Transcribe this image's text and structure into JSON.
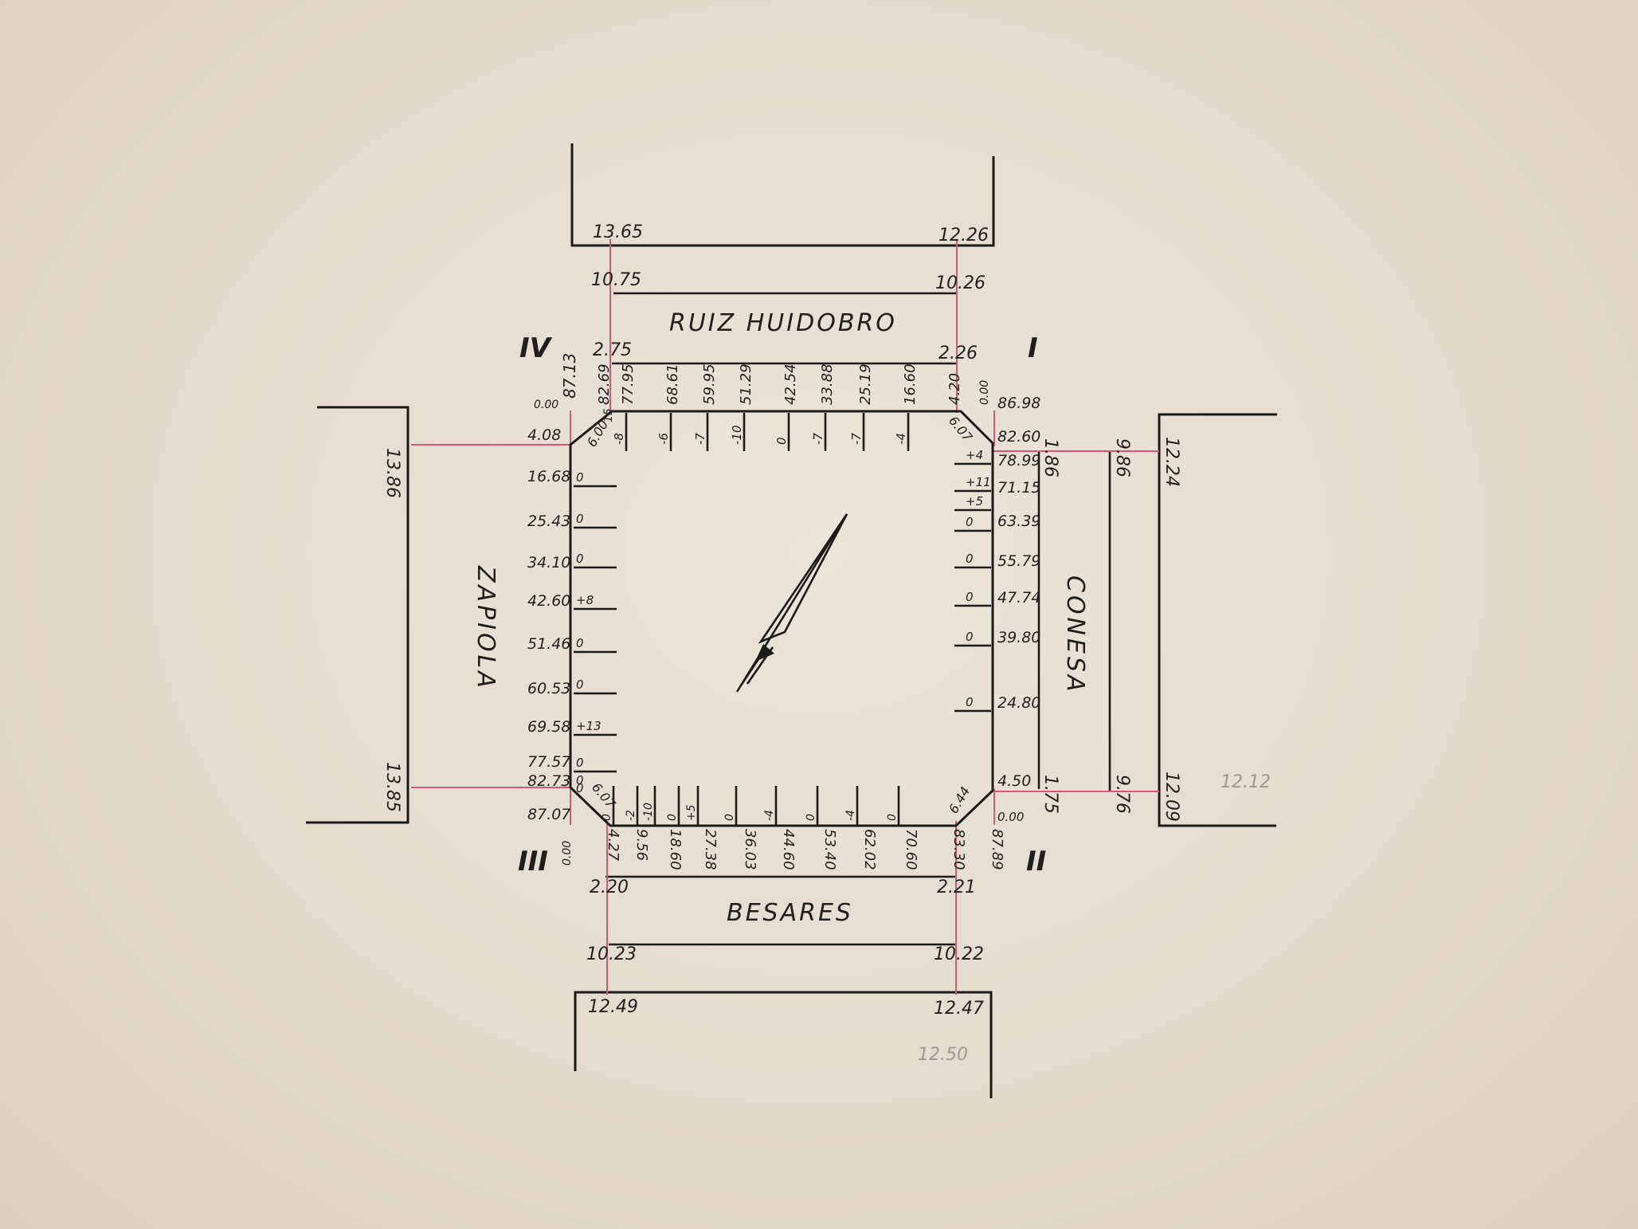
{
  "plan": {
    "streets": {
      "north": "RUIZ HUIDOBRO",
      "south": "BESARES",
      "west": "ZAPIOLA",
      "east": "CONESA"
    },
    "quadrants": {
      "I": "I",
      "II": "II",
      "III": "III",
      "IV": "IV"
    },
    "north_street": {
      "outer_left": "13.65",
      "outer_right": "12.26",
      "mid_left": "10.75",
      "mid_right": "10.26",
      "inner_left": "2.75",
      "inner_right": "2.26"
    },
    "south_street": {
      "inner_left": "2.20",
      "inner_right": "2.21",
      "mid_left": "10.23",
      "mid_right": "10.22",
      "outer_left": "12.49",
      "outer_right": "12.47"
    },
    "west_street": {
      "top": "13.86",
      "bottom": "13.85"
    },
    "east_street": {
      "curb_top": "1.86",
      "curb_bottom": "1.75",
      "mid_top": "9.86",
      "mid_bottom": "9.76",
      "outer_top": "12.24",
      "outer_bottom": "12.09"
    },
    "top_stations": [
      "82.69",
      "77.95",
      "68.61",
      "59.95",
      "51.29",
      "42.54",
      "33.88",
      "25.19",
      "16.60",
      "4.20"
    ],
    "top_marks": [
      "-8",
      "-6",
      "-7",
      "-10",
      "0",
      "-7",
      "-7",
      "-4"
    ],
    "top_left_extra": [
      "0.00",
      "87.13",
      "6.00",
      "15"
    ],
    "top_right_extra": [
      "0.00",
      "6.07"
    ],
    "left_stations": [
      "4.08",
      "16.68",
      "25.43",
      "34.10",
      "42.60",
      "51.46",
      "60.53",
      "69.58",
      "77.57",
      "82.73",
      "87.07"
    ],
    "left_marks": [
      "0",
      "0",
      "0",
      "+8",
      "0",
      "0",
      "+13",
      "0",
      "0",
      "0"
    ],
    "left_bottom_extra": [
      "6.07"
    ],
    "right_stations": [
      "86.98",
      "82.60",
      "78.99",
      "71.15",
      "63.39",
      "55.79",
      "47.74",
      "39.80",
      "24.80",
      "4.50",
      "0.00"
    ],
    "right_marks": [
      "+4",
      "+11",
      "+5",
      "0",
      "0",
      "0",
      "0",
      "0"
    ],
    "right_bottom_extra": [
      "6.44"
    ],
    "bottom_stations": [
      "4.27",
      "9.56",
      "18.60",
      "27.38",
      "36.03",
      "44.60",
      "53.40",
      "62.02",
      "70.60",
      "83.30",
      "87.89"
    ],
    "bottom_marks": [
      "0",
      "-2",
      "-10",
      "0",
      "+5",
      "0",
      "-4",
      "0",
      "-4",
      "0"
    ],
    "bottom_left_extra": [
      "0.00"
    ],
    "pencil_notes": [
      "12.12",
      "12.50"
    ]
  }
}
